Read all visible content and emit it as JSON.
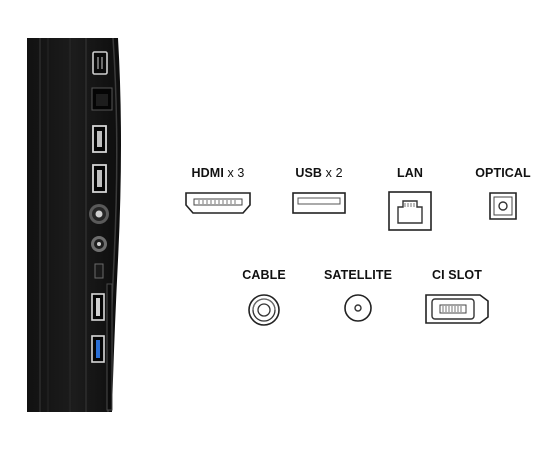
{
  "ports_row1": [
    {
      "id": "hdmi",
      "name": "HDMI",
      "qty": "x 3",
      "icon": "hdmi-port-icon"
    },
    {
      "id": "usb",
      "name": "USB",
      "qty": "x 2",
      "icon": "usb-port-icon"
    },
    {
      "id": "lan",
      "name": "LAN",
      "qty": "",
      "icon": "lan-port-icon"
    },
    {
      "id": "optical",
      "name": "OPTICAL",
      "qty": "",
      "icon": "optical-port-icon"
    }
  ],
  "ports_row2": [
    {
      "id": "cable",
      "name": "CABLE",
      "qty": "",
      "icon": "cable-port-icon"
    },
    {
      "id": "satellite",
      "name": "SATELLITE",
      "qty": "",
      "icon": "satellite-port-icon"
    },
    {
      "id": "ci_slot",
      "name": "CI SLOT",
      "qty": "",
      "icon": "ci-slot-icon"
    }
  ],
  "colors": {
    "tv_body": "#1a1a1a",
    "tv_edge": "#3a3a3a",
    "usb3_accent": "#2a6fd6",
    "text": "#111111"
  }
}
